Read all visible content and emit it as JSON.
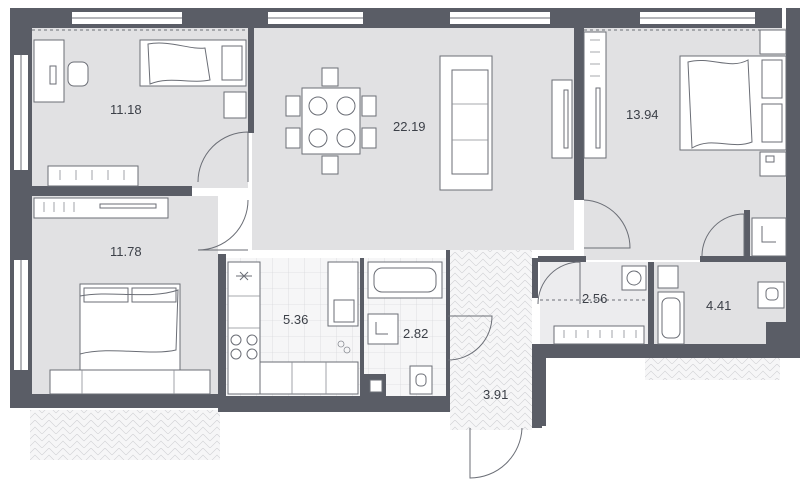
{
  "rooms": [
    {
      "id": "bedroom-top-left",
      "area": "11.18"
    },
    {
      "id": "living-room",
      "area": "22.19"
    },
    {
      "id": "bedroom-right",
      "area": "13.94"
    },
    {
      "id": "bedroom-bottom-left",
      "area": "11.78"
    },
    {
      "id": "kitchen",
      "area": "5.36"
    },
    {
      "id": "bathroom",
      "area": "2.82"
    },
    {
      "id": "hallway",
      "area": "3.91"
    },
    {
      "id": "laundry",
      "area": "2.56"
    },
    {
      "id": "bathroom-right",
      "area": "4.41"
    }
  ],
  "colors": {
    "wall": "#5a5d66",
    "floor": "#e1e1e3",
    "tile": "#f4f4f5",
    "label": "#3c4048"
  }
}
